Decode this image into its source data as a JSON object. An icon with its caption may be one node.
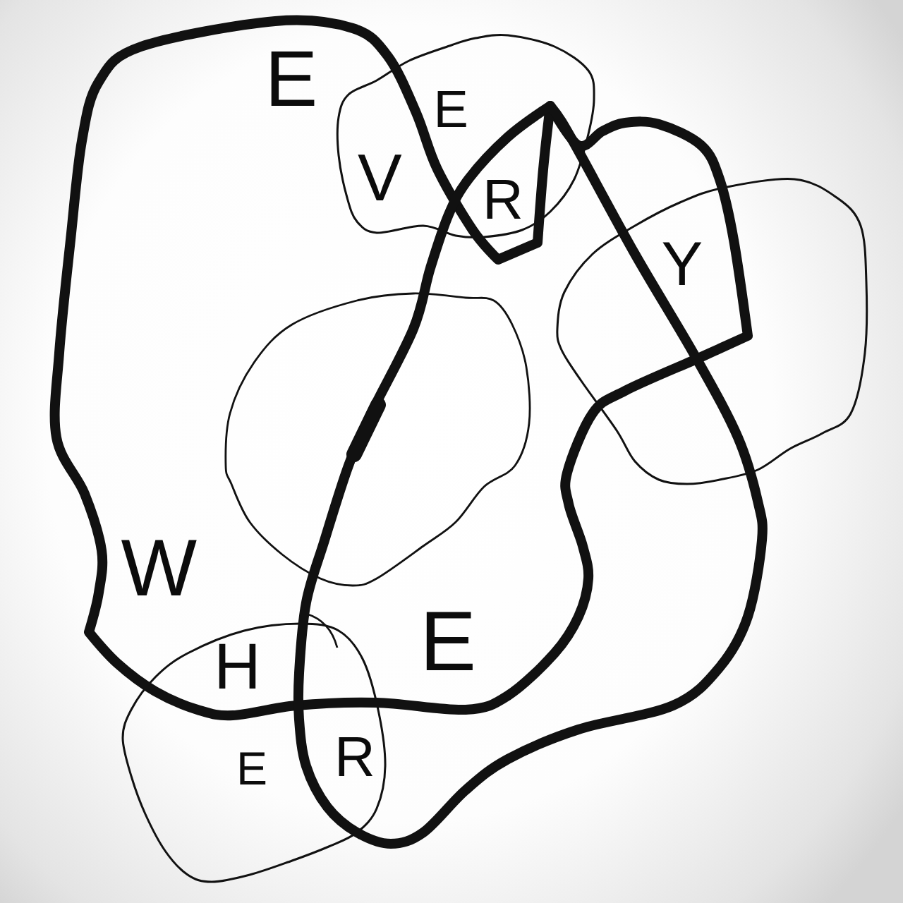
{
  "diagram": {
    "labels": [
      "E",
      "V",
      "E",
      "R",
      "Y",
      "W",
      "H",
      "E",
      "R",
      "E"
    ]
  }
}
